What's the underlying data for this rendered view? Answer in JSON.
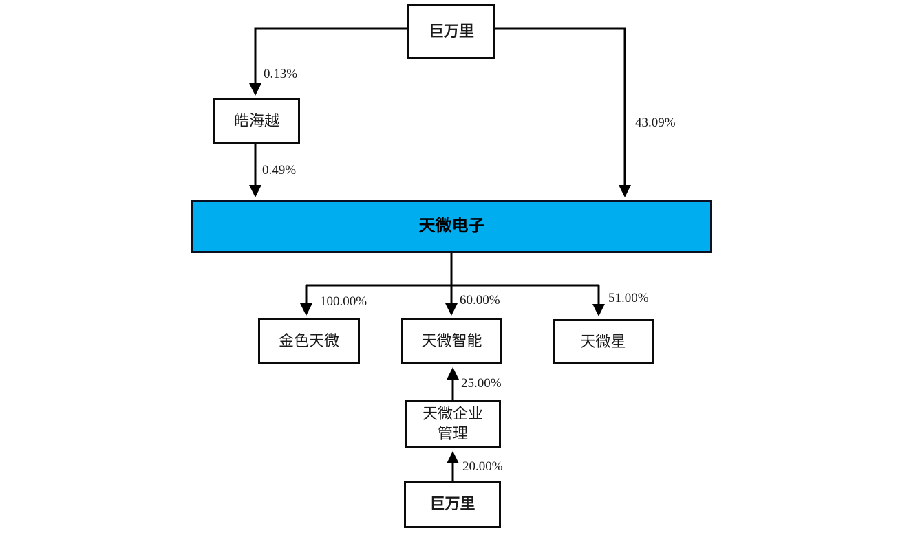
{
  "diagram_type": "equity-ownership-structure",
  "colors": {
    "highlight_box_fill": "#00AEEF",
    "line": "#000000",
    "box_border": "#0a0a0a"
  },
  "nodes": {
    "juwanli_top": {
      "label": "巨万里"
    },
    "haohaiyue": {
      "label": "皓海越"
    },
    "tianwei_dianzi": {
      "label": "天微电子"
    },
    "jinse_tianwei": {
      "label": "金色天微"
    },
    "tianwei_zhineng": {
      "label": "天微智能"
    },
    "tianwei_xing": {
      "label": "天微星"
    },
    "tianwei_qiye_guanli": {
      "label": "天微企业管理",
      "lines": [
        "天微企业",
        "管理"
      ]
    },
    "juwanli_bottom": {
      "label": "巨万里"
    }
  },
  "edges": {
    "juwanli_to_haohaiyue": {
      "label": "0.13%"
    },
    "haohaiyue_to_dianzi": {
      "label": "0.49%"
    },
    "juwanli_to_dianzi": {
      "label": "43.09%"
    },
    "dianzi_to_jinse": {
      "label": "100.00%"
    },
    "dianzi_to_zhineng": {
      "label": "60.00%"
    },
    "dianzi_to_xing": {
      "label": "51.00%"
    },
    "qiye_to_zhineng": {
      "label": "25.00%"
    },
    "juwanli_to_qiye": {
      "label": "20.00%"
    }
  }
}
